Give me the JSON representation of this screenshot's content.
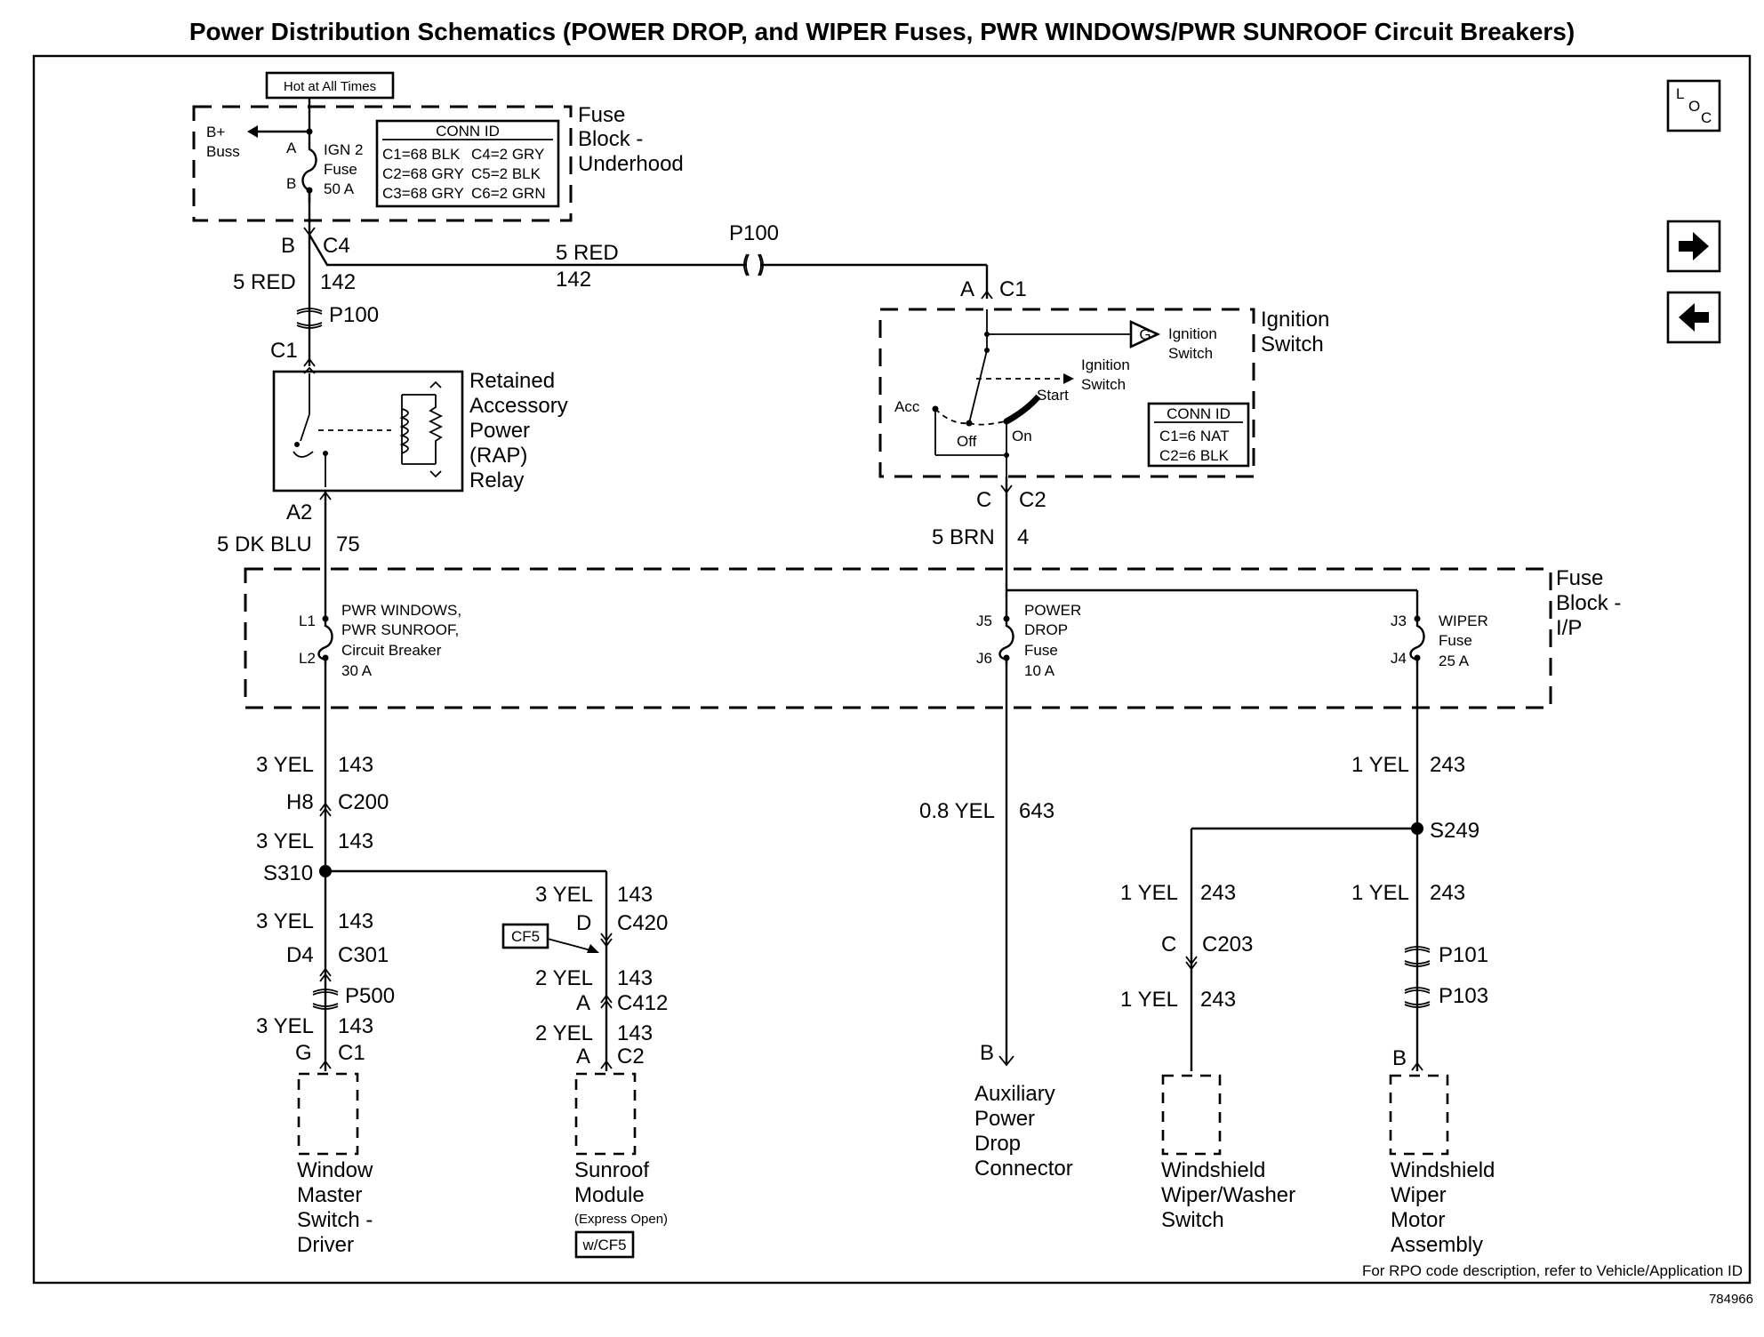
{
  "title": "Power Distribution Schematics (POWER DROP, and WIPER Fuses, PWR WINDOWS/PWR SUNROOF Circuit Breakers)",
  "hot_label": "Hot at All Times",
  "loc_icon": {
    "l": "L",
    "o": "O",
    "c": "C"
  },
  "nav": {
    "forward_icon": "right-arrow",
    "back_icon": "left-arrow"
  },
  "underhood": {
    "label": [
      "Fuse",
      "Block -",
      "Underhood"
    ],
    "bplus": [
      "B+",
      "Buss"
    ],
    "pin_a": "A",
    "pin_b": "B",
    "fuse": [
      "IGN 2",
      "Fuse",
      "50 A"
    ],
    "conn_title": "CONN ID",
    "conn_rows": [
      "C1=68 BLK",
      "C2=68 GRY",
      "C3=68 GRY",
      "C4=2 GRY",
      "C5=2 BLK",
      "C6=2 GRN"
    ]
  },
  "ign_feed": {
    "pin": "B",
    "conn": "C4",
    "wire_left": "5 RED",
    "circuit_left": "142",
    "wire_top": "5 RED",
    "circuit_top": "142",
    "inline": "P100"
  },
  "left_branch": {
    "inline": "P100",
    "conn": "C1",
    "relay_pin": "A2",
    "wire": "5 DK BLU",
    "circuit": "75"
  },
  "relay": {
    "label": [
      "Retained",
      "Accessory",
      "Power",
      "(RAP)",
      "Relay"
    ]
  },
  "ignition": {
    "pin": "A",
    "conn": "C1",
    "label": [
      "Ignition",
      "Switch"
    ],
    "g_letter": "G",
    "g_label": [
      "Ignition",
      "Switch"
    ],
    "mech_label": [
      "Ignition",
      "Switch"
    ],
    "positions": {
      "acc": "Acc",
      "off": "Off",
      "on": "On",
      "start": "Start"
    },
    "conn_title": "CONN ID",
    "conn_rows": [
      "C1=6 NAT",
      "C2=6 BLK"
    ],
    "out_pin": "C",
    "out_conn": "C2",
    "out_wire": "5 BRN",
    "out_circuit": "4"
  },
  "ip_block": {
    "label": [
      "Fuse",
      "Block -",
      "I/P"
    ],
    "cb": {
      "pin_in": "L1",
      "pin_out": "L2",
      "text": [
        "PWR WINDOWS,",
        "PWR SUNROOF,",
        "Circuit Breaker",
        "30 A"
      ]
    },
    "power_drop": {
      "pin_in": "J5",
      "pin_out": "J6",
      "text": [
        "POWER",
        "DROP",
        "Fuse",
        "10 A"
      ]
    },
    "wiper": {
      "pin_in": "J3",
      "pin_out": "J4",
      "text": [
        "WIPER",
        "Fuse",
        "25 A"
      ]
    }
  },
  "windows_chain": {
    "w1": "3 YEL",
    "c1": "143",
    "h8": "H8",
    "c200": "C200",
    "w2": "3 YEL",
    "c2": "143",
    "splice": "S310",
    "w3": "3 YEL",
    "c3": "143",
    "d4": "D4",
    "c301": "C301",
    "p500": "P500",
    "w4": "3 YEL",
    "c4": "143",
    "g": "G",
    "gc1": "C1",
    "component": [
      "Window",
      "Master",
      "Switch -",
      "Driver"
    ]
  },
  "sunroof_chain": {
    "w1": "3 YEL",
    "c1": "143",
    "d": "D",
    "c420": "C420",
    "option_tag": "CF5",
    "w2": "2 YEL",
    "c2": "143",
    "a1": "A",
    "c412": "C412",
    "w3": "2 YEL",
    "c3": "143",
    "a2": "A",
    "c2conn": "C2",
    "component": [
      "Sunroof",
      "Module"
    ],
    "subtitle": "(Express Open)",
    "option_box": "w/CF5"
  },
  "power_drop_chain": {
    "wire": "0.8 YEL",
    "circuit": "643",
    "pin": "B",
    "component": [
      "Auxiliary",
      "Power",
      "Drop",
      "Connector"
    ]
  },
  "wiper_chain": {
    "w_top": "1 YEL",
    "c_top": "243",
    "splice": "S249",
    "left": {
      "wire": "1 YEL",
      "circuit": "243",
      "pin": "C",
      "conn": "C203",
      "wire2": "1 YEL",
      "circuit2": "243",
      "component": [
        "Windshield",
        "Wiper/Washer",
        "Switch"
      ]
    },
    "right": {
      "wire": "1 YEL",
      "circuit": "243",
      "p101": "P101",
      "p103": "P103",
      "pin": "B",
      "component": [
        "Windshield",
        "Wiper",
        "Motor",
        "Assembly"
      ]
    }
  },
  "footer_note": "For RPO code description, refer to Vehicle/Application ID",
  "doc_number": "784966"
}
